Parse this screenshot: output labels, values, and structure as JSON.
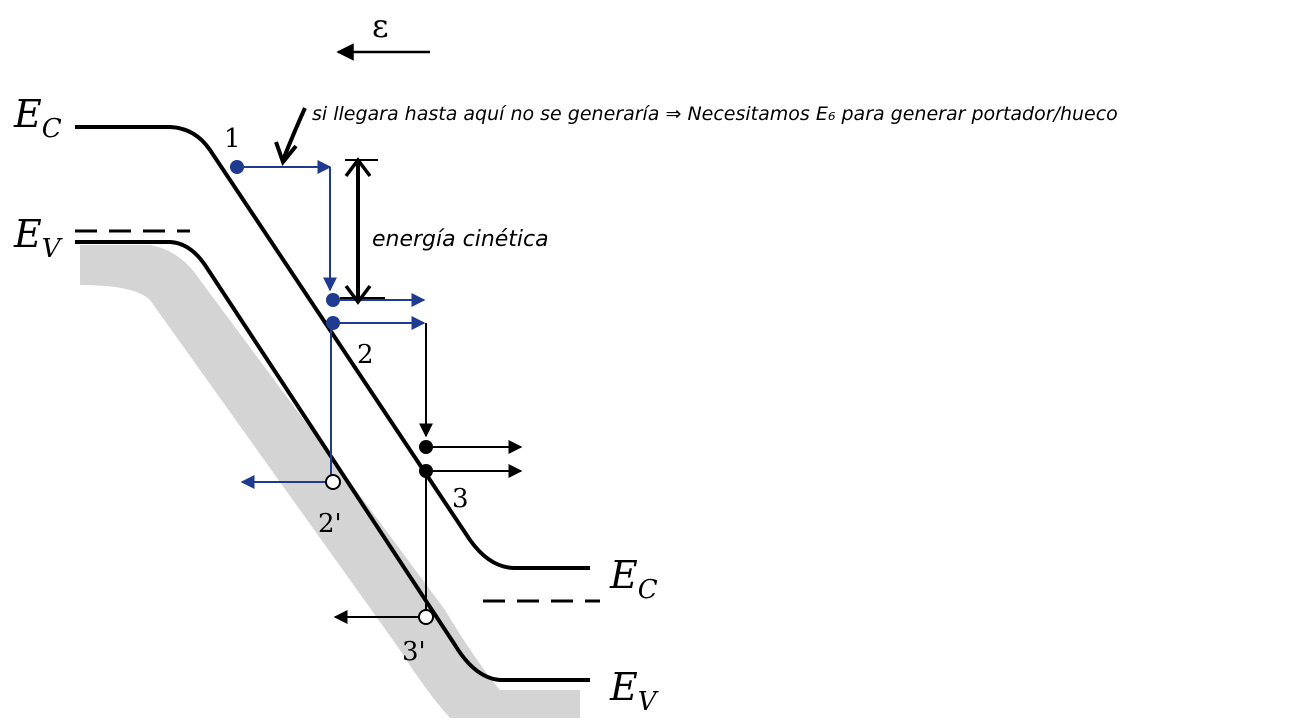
{
  "labels": {
    "field": "ε",
    "ec_left_main": "E",
    "ec_left_sub": "C",
    "ev_left_main": "E",
    "ev_left_sub": "V",
    "ec_right_main": "E",
    "ec_right_sub": "C",
    "ev_right_main": "E",
    "ev_right_sub": "V",
    "point_1": "1",
    "point_2": "2",
    "point_2p": "2'",
    "point_3": "3",
    "point_3p": "3'"
  },
  "annotations": {
    "top_note": "si llegara hasta aquí no se generaría ⇒ Necesitamos E₆ para generar portador/hueco",
    "kinetic": "energía cinética"
  },
  "colors": {
    "band": "#000000",
    "blue": "#1f3b8f",
    "gray": "#d4d4d4",
    "black": "#000000"
  }
}
